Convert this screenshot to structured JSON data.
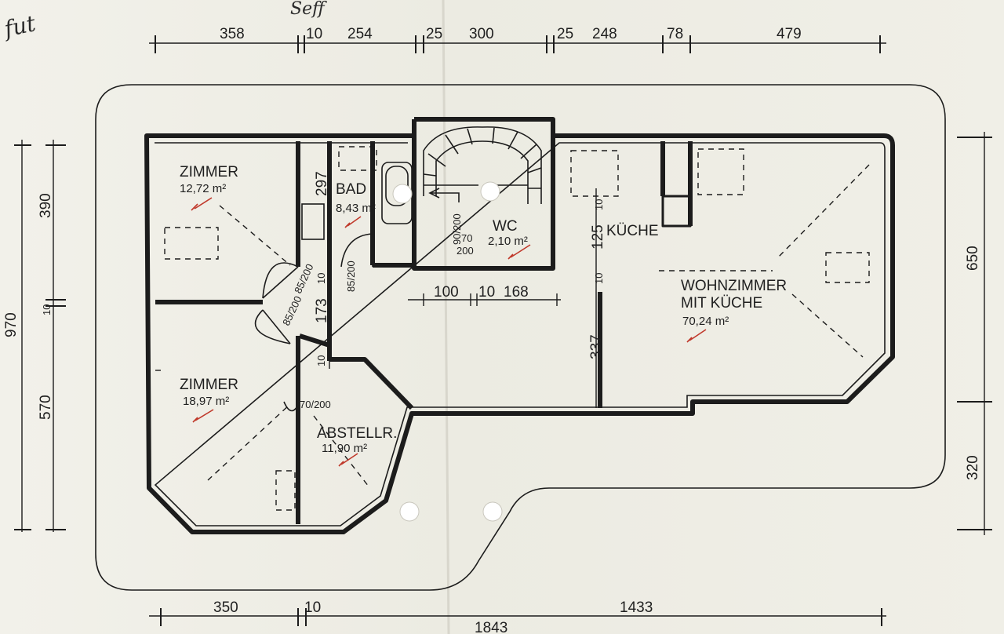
{
  "handwriting": {
    "top_left": "fut",
    "top_signature": "Seff"
  },
  "dimensions": {
    "top": [
      "358",
      "10",
      "254",
      "25",
      "300",
      "25",
      "248",
      "78",
      "479"
    ],
    "bottom": [
      "350",
      "10",
      "1433"
    ],
    "bottom_total": "1843",
    "left_outer": "970",
    "left_inner": [
      "390",
      "10",
      "570"
    ],
    "right": [
      "650",
      "320"
    ],
    "interior": {
      "bad_height": "297",
      "hall_173": "173",
      "hall_10_a": "10",
      "hall_10_b": "10",
      "mid_100": "100",
      "mid_10": "10",
      "mid_168": "168",
      "kitchen_125": "125",
      "kitchen_10_a": "10",
      "kitchen_10_b": "10",
      "living_337": "337"
    }
  },
  "doors": {
    "zimmer1": "85/200",
    "zimmer2": "85/200",
    "bad": "85/200",
    "wc": "70/200",
    "stair": "90/200",
    "abstell": "70/200",
    "wc_lower_70": "70",
    "wc_lower_200": "200"
  },
  "rooms": [
    {
      "name": "ZIMMER",
      "area": "12,72 m²"
    },
    {
      "name": "BAD",
      "area": "8,43 m²"
    },
    {
      "name": "WC",
      "area": "2,10 m²"
    },
    {
      "name": "KÜCHE",
      "area": ""
    },
    {
      "name": "WOHNZIMMER",
      "name2": "MIT KÜCHE",
      "area": "70,24 m²"
    },
    {
      "name": "ZIMMER",
      "area": "18,97 m²"
    },
    {
      "name": "ABSTELLR.",
      "area": "11,90 m²"
    }
  ]
}
